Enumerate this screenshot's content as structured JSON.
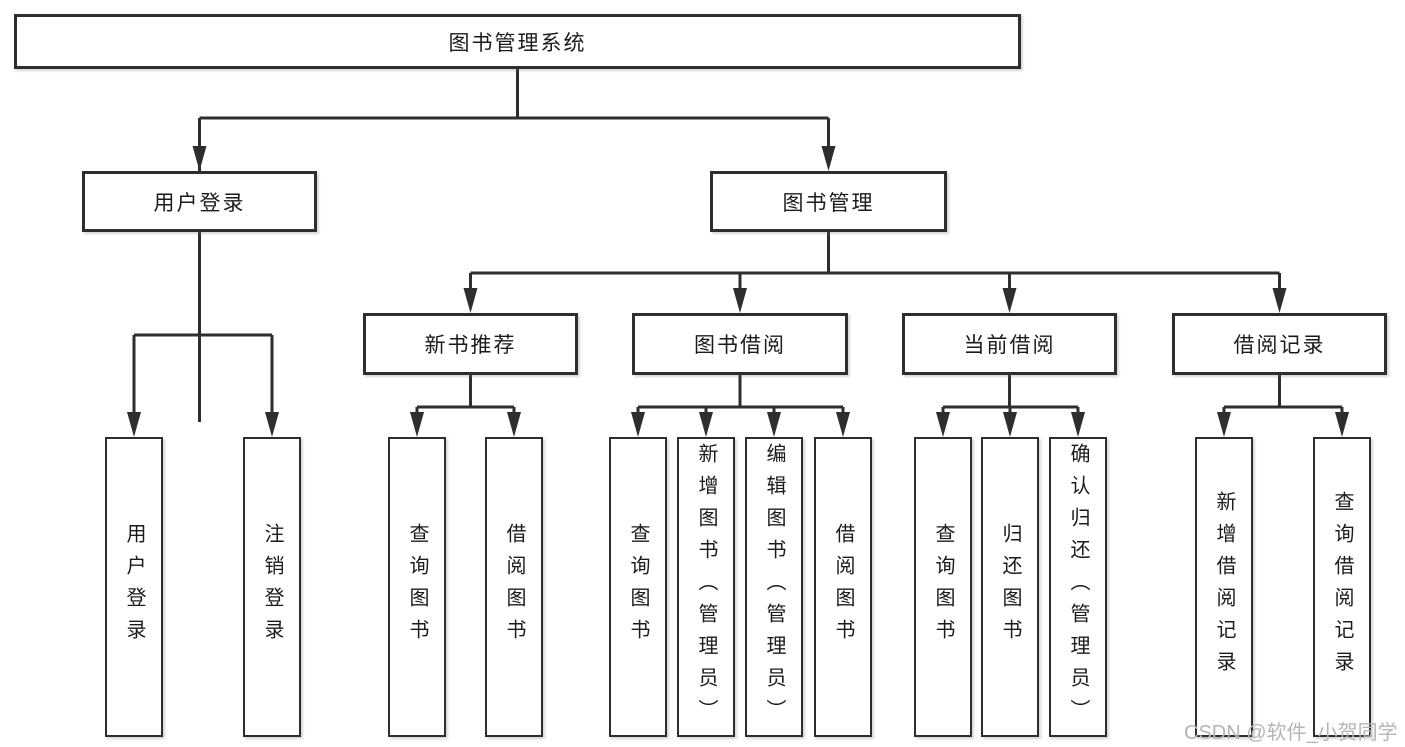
{
  "diagram": {
    "root": "图书管理系统",
    "branches": [
      {
        "label": "用户登录",
        "children": [
          "用户登录",
          "注销登录"
        ]
      },
      {
        "label": "图书管理",
        "sections": [
          {
            "label": "新书推荐",
            "children": [
              "查询图书",
              "借阅图书"
            ]
          },
          {
            "label": "图书借阅",
            "children": [
              "查询图书",
              "新增图书（管理员）",
              "编辑图书（管理员）",
              "借阅图书"
            ]
          },
          {
            "label": "当前借阅",
            "children": [
              "查询图书",
              "归还图书",
              "确认归还（管理员）"
            ]
          },
          {
            "label": "借阅记录",
            "children": [
              "新增借阅记录",
              "查询借阅记录"
            ]
          }
        ]
      }
    ]
  },
  "watermark": "CSDN @软件_小贺同学",
  "colors": {
    "line": "#2e2e2e",
    "ink": "#1b1b1b",
    "background": "#ffffff",
    "watermark": "#b4b4bc"
  }
}
